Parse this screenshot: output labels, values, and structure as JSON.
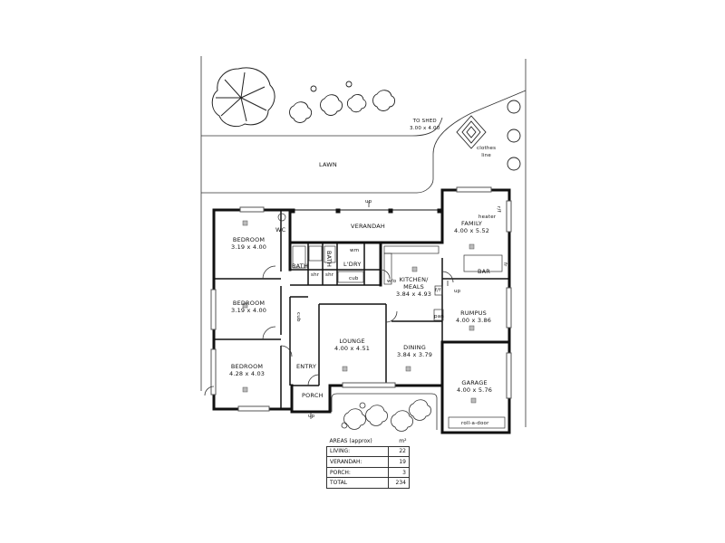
{
  "outdoor": {
    "lawn": "LAWN",
    "to_shed_line1": "TO SHED",
    "to_shed_line2": "3.00 x 4.00",
    "clothes_line1": "clothes",
    "clothes_line2": "line"
  },
  "rooms": {
    "bedroom1": {
      "name": "BEDROOM",
      "size": "3.19 x 4.00"
    },
    "bedroom2": {
      "name": "BEDROOM",
      "size": "3.19 x 4.00"
    },
    "bedroom3": {
      "name": "BEDROOM",
      "size": "4.28 x 4.03"
    },
    "verandah": {
      "name": "VERANDAH"
    },
    "family": {
      "name": "FAMILY",
      "size": "4.00 x 5.52"
    },
    "kitchen": {
      "name_line1": "KITCHEN/",
      "name_line2": "MEALS",
      "size": "3.84 x 4.93"
    },
    "lounge": {
      "name": "LOUNGE",
      "size": "4.00 x 4.51"
    },
    "dining": {
      "name": "DINING",
      "size": "3.84 x 3.79"
    },
    "rumpus": {
      "name": "RUMPUS",
      "size": "4.00 x 3.86"
    },
    "garage": {
      "name": "GARAGE",
      "size": "4.00 x 5.76"
    },
    "wc": "WC",
    "bath": "BATH",
    "bath2": "BATH",
    "ldry": "L'DRY",
    "entry": "ENTRY",
    "porch": "PORCH",
    "bar": "BAR"
  },
  "fixtures": {
    "heater": "heater",
    "rf": "r/f",
    "wm": "wm",
    "cub": "cub",
    "shr1": "shr",
    "shr2": "shr",
    "wo": "w/o",
    "pan": "pan",
    "ff": "f/f",
    "fr": "fr",
    "roll_a_door": "roll-a-door",
    "up1": "up",
    "up2": "up",
    "up3": "up"
  },
  "areas": {
    "header": "AREAS (approx)",
    "unit": "m²",
    "rows": [
      {
        "label": "LIVING:",
        "value": "22"
      },
      {
        "label": "VERANDAH:",
        "value": "19"
      },
      {
        "label": "PORCH:",
        "value": "3"
      },
      {
        "label": "TOTAL",
        "value": "234"
      }
    ]
  }
}
